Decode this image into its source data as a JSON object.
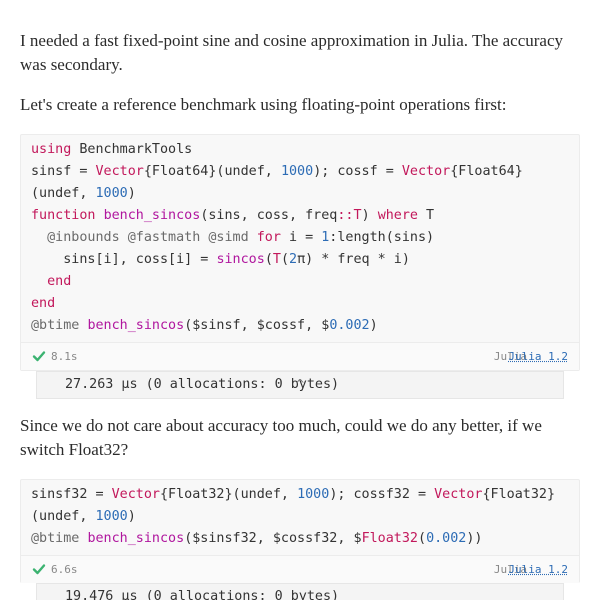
{
  "paragraphs": [
    "I needed a fast fixed-point sine and cosine approximation in Julia. The accuracy was secondary.",
    "Let's create a reference benchmark using floating-point operations first:",
    "Since we do not care about accuracy too much, could we do any better, if we switch Float32?"
  ],
  "cell1": {
    "run_time": "8.1s",
    "language": "Julia",
    "version": "Julia 1.2",
    "output": "27.263 μs (0 allocations: 0 bytes)"
  },
  "cell2": {
    "run_time": "6.6s",
    "language": "Julia",
    "version": "Julia 1.2",
    "output": "19.476 μs (0 allocations: 0 bytes)"
  },
  "icons": {
    "check": "check-icon",
    "collapse": "chevron-up-icon"
  },
  "colors": {
    "keyword": "#c2185b",
    "number": "#2d6cb5",
    "check": "#3cb371"
  }
}
